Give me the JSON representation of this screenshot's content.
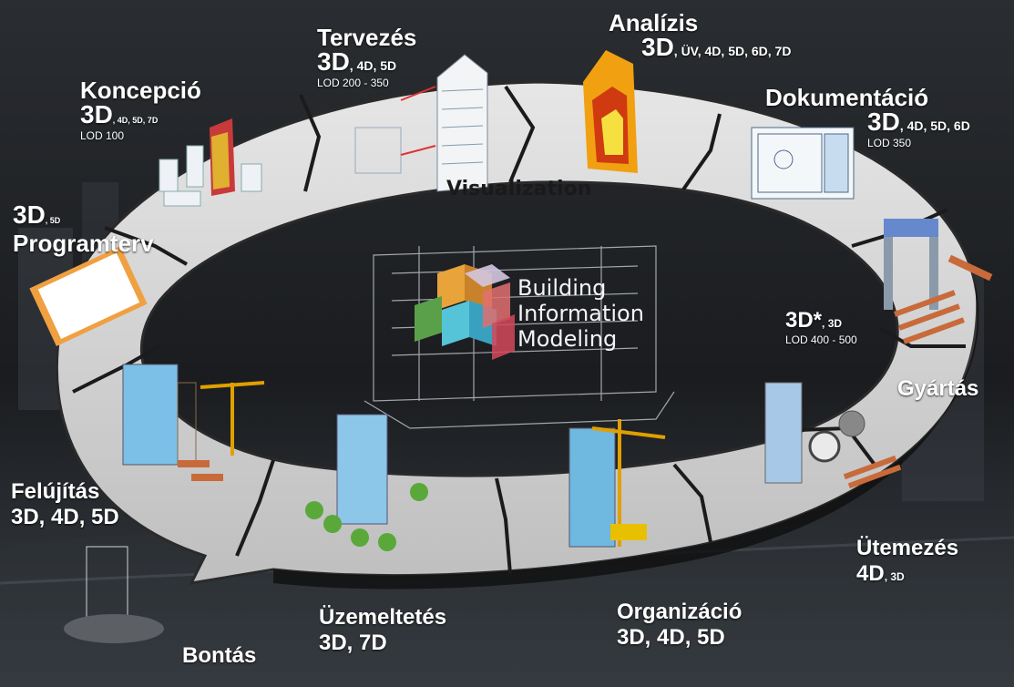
{
  "ring_label": "Visualization",
  "center": {
    "line1": "Building",
    "line2": "Information",
    "line3": "Modeling"
  },
  "stages": {
    "tervezes": {
      "title": "Tervezés",
      "dims_main": "3D",
      "dims_sub": ", 4D, 5D",
      "lod": "LOD 200 - 350"
    },
    "analizis": {
      "title": "Analízis",
      "dims_main": "3D",
      "dims_sub": ", ÜV, 4D, 5D, 6D, 7D"
    },
    "koncepcio": {
      "title": "Koncepció",
      "dims_main": "3D",
      "dims_sub": ", 4D, 5D, 7D",
      "lod": "LOD 100"
    },
    "dokumentacio": {
      "title": "Dokumentáció",
      "dims_main": "3D",
      "dims_sub": ", 4D, 5D, 6D",
      "lod": "LOD 350"
    },
    "programterv": {
      "title": "Programterv",
      "dims_main": "3D",
      "dims_sub": ", 5D"
    },
    "gyartas": {
      "title": "Gyártás",
      "dims_main": "3D*",
      "dims_sub": ", 3D",
      "lod": "LOD 400 - 500"
    },
    "felujitas": {
      "title": "Felújítás",
      "dims": "3D, 4D, 5D"
    },
    "utemezes": {
      "title": "Ütemezés",
      "dims_main": "4D",
      "dims_sub": ", 3D"
    },
    "uzemeltetes": {
      "title": "Üzemeltetés",
      "dims": "3D, 7D"
    },
    "organizacio": {
      "title": "Organizáció",
      "dims": "3D, 4D, 5D"
    },
    "bontas": {
      "title": "Bontás"
    }
  },
  "colors": {
    "background": "#1c1e21",
    "ring": "#d8d8d8",
    "ring_edge": "#2a2a2a",
    "text": "#ffffff"
  }
}
